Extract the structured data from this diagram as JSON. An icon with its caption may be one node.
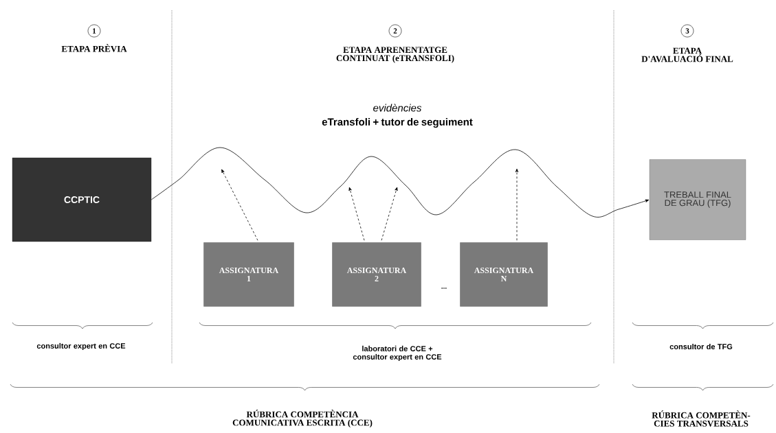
{
  "diagram": {
    "nodes": [
      {
        "text": [
          "CCPTIC"
        ]
      },
      {
        "text": [
          "ASSIGNATURA 1"
        ]
      },
      {
        "text": [
          "ASSIGNATURA 2"
        ]
      },
      {
        "text": [
          "ASSIGNATURA N"
        ]
      },
      {
        "text": [
          "TREBALL FINAL DE GRAU (TFG)"
        ]
      }
    ],
    "edges": [
      {
        "from": 0,
        "to": 4,
        "arrow": "to"
      },
      {
        "from": 1,
        "to": null,
        "arrow": "to",
        "style": "dashed"
      },
      {
        "from": 2,
        "to": null,
        "arrow": "to",
        "style": "dashed"
      },
      {
        "from": 2,
        "to": null,
        "arrow": "to",
        "style": "dashed"
      },
      {
        "from": 3,
        "to": null,
        "arrow": "to",
        "style": "dashed"
      }
    ],
    "labels": [
      "1",
      "ETAPA PRÈVIA",
      "2",
      "ETAPA APRENENTATGE CONTINUAT (eTRANSFOLI)",
      "3",
      "ETAPA D'AVALUACIÓ FINAL",
      "evidències",
      "eTransfoli + tutor de seguiment",
      "...",
      "consultor expert en CCE",
      "laboratori de CCE + consultor expert en CCE",
      "consultor de TFG",
      "RÚBRICA COMPETÈNCIA COMUNICATIVA ESCRITA (CCE)",
      "RÚBRICA COMPETÈN- CIES TRANSVERSALS"
    ]
  }
}
